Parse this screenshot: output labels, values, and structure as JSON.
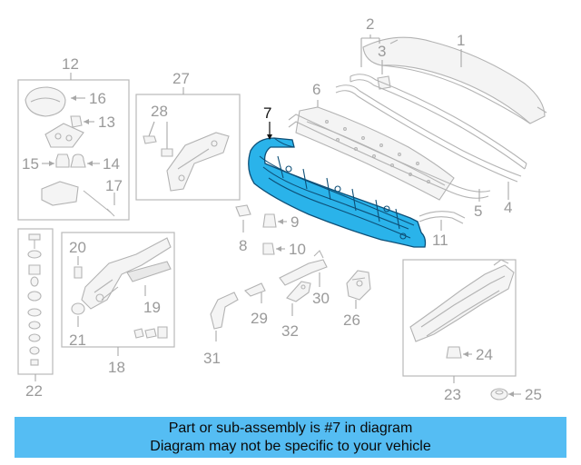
{
  "callouts": {
    "c1": "1",
    "c2": "2",
    "c3": "3",
    "c4": "4",
    "c5": "5",
    "c6": "6",
    "c7": "7",
    "c8": "8",
    "c9": "9",
    "c10": "10",
    "c11": "11",
    "c12": "12",
    "c13": "13",
    "c14": "14",
    "c15": "15",
    "c16": "16",
    "c17": "17",
    "c18": "18",
    "c19": "19",
    "c20": "20",
    "c21": "21",
    "c22": "22",
    "c23": "23",
    "c24": "24",
    "c25": "25",
    "c26": "26",
    "c27": "27",
    "c28": "28",
    "c29": "29",
    "c30": "30",
    "c31": "31",
    "c32": "32"
  },
  "highlighted_part": "7",
  "colors": {
    "highlight_fill": "#2ab3ea",
    "highlight_outline": "#0d4f77",
    "banner_background": "#55bdf3"
  },
  "banner": {
    "line1": "Part or sub-assembly is #7 in diagram",
    "line2": "Diagram may not be specific to your vehicle"
  }
}
